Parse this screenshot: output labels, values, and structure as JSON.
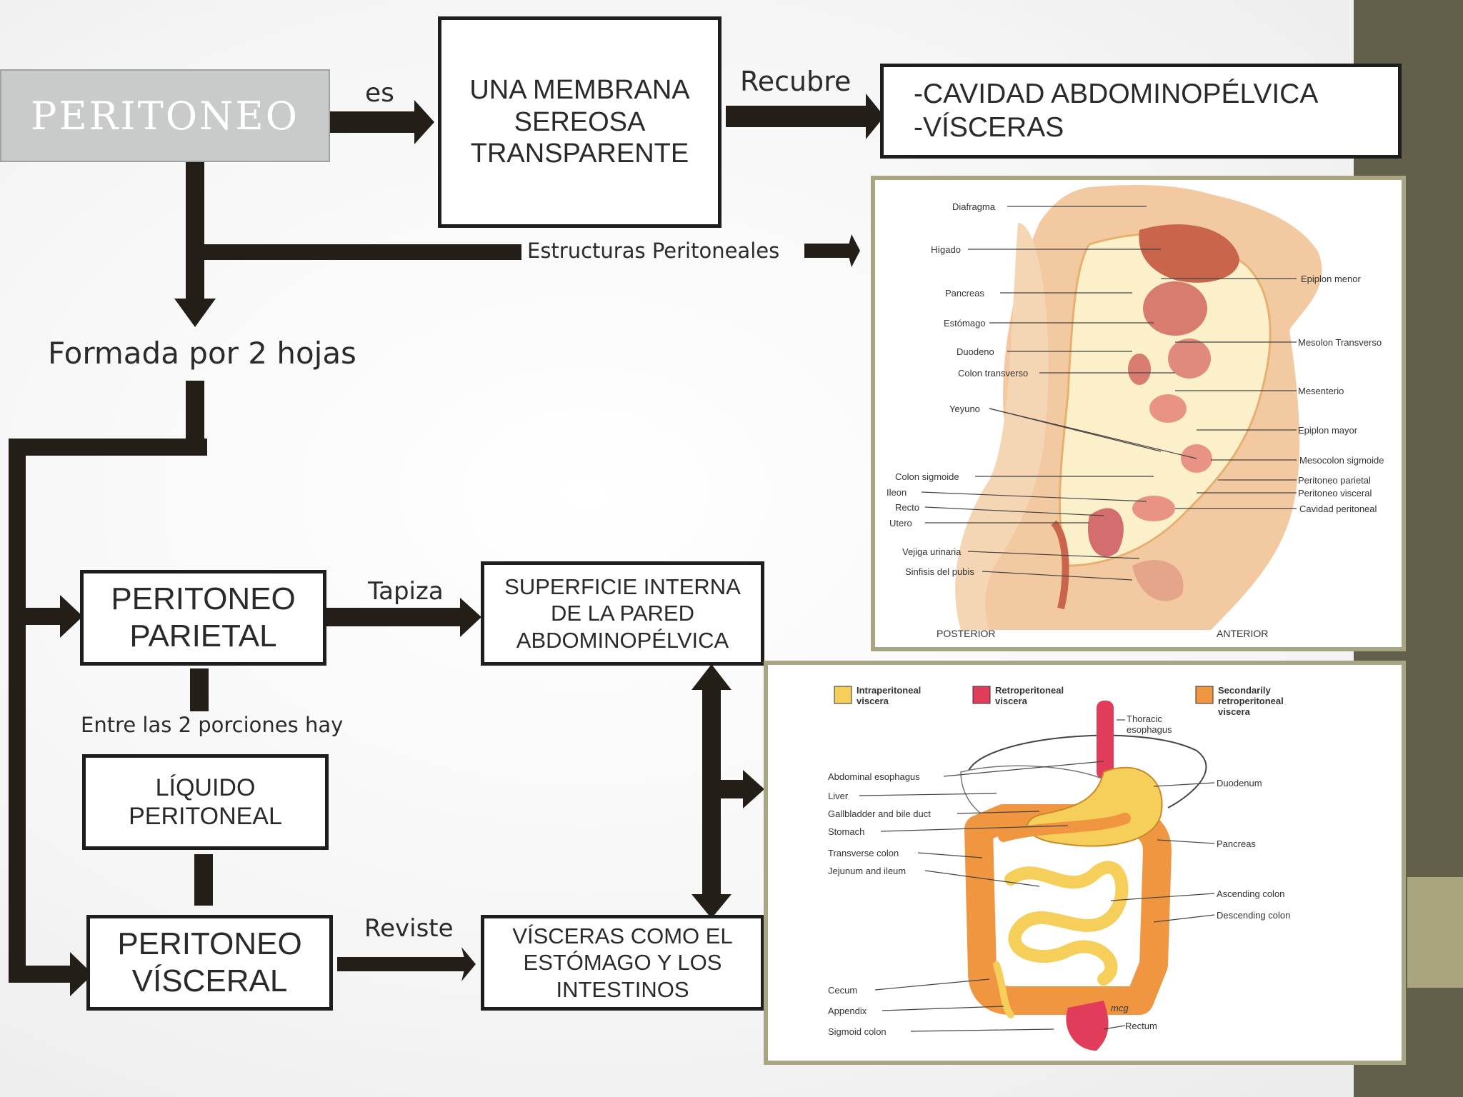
{
  "title_box": {
    "text": "PERITONEO"
  },
  "edge_labels": {
    "es": "es",
    "recubre": "Recubre",
    "estructuras": "Estructuras Peritoneales",
    "tapiza": "Tapiza",
    "entre": "Entre las 2 porciones hay",
    "reviste": "Reviste"
  },
  "nodes": {
    "membrana": [
      "UNA MEMBRANA",
      "SEREOSA",
      "TRANSPARENTE"
    ],
    "cavidad": [
      "-CAVIDAD ABDOMINOPÉLVICA",
      "-VÍSCERAS"
    ],
    "formada": "Formada por 2 hojas",
    "parietal": [
      "PERITONEO",
      "PARIETAL"
    ],
    "superficie": [
      "SUPERFICIE INTERNA",
      "DE LA PARED",
      "ABDOMINOPÉLVICA"
    ],
    "liquido": [
      "LÍQUIDO",
      "PERITONEAL"
    ],
    "visceral": [
      "PERITONEO",
      "VÍSCERAL"
    ],
    "visceras": [
      "VÍSCERAS COMO EL",
      "ESTÓMAGO Y LOS",
      "INTESTINOS"
    ]
  },
  "figure1": {
    "labels_left": [
      "Diafragma",
      "Hígado",
      "Pancreas",
      "Estómago",
      "Duodeno",
      "Colon transverso",
      "Yeyuno",
      "Colon sigmoide",
      "Ileon",
      "Recto",
      "Utero",
      "Vejiga urinaria",
      "Sinfisis del pubis"
    ],
    "labels_right": [
      "Epiplon menor",
      "Mesolon Transverso",
      "Mesenterio",
      "Epiplon mayor",
      "Mesocolon sigmoide",
      "Peritoneo parietal",
      "Peritoneo visceral",
      "Cavidad peritoneal"
    ],
    "bottom_left": "POSTERIOR",
    "bottom_right": "ANTERIOR"
  },
  "figure2": {
    "legend": [
      {
        "line1": "Intraperitoneal",
        "line2": "viscera",
        "line3": "",
        "color": "#f6cf5a"
      },
      {
        "line1": "Retroperitoneal",
        "line2": "viscera",
        "line3": "",
        "color": "#e23c5b"
      },
      {
        "line1": "Secondarily",
        "line2": "retroperitoneal",
        "line3": "viscera",
        "color": "#f09540"
      }
    ],
    "labels_left": [
      "Abdominal esophagus",
      "Liver",
      "Gallbladder and bile duct",
      "Stomach",
      "Transverse colon",
      "Jejunum and ileum",
      "Cecum",
      "Appendix",
      "Sigmoid colon"
    ],
    "labels_right": [
      "Thoracic",
      "esophagus",
      "Duodenum",
      "Pancreas",
      "Ascending colon",
      "Descending colon",
      "Rectum"
    ],
    "signature": "mcg"
  },
  "colors": {
    "arrow": "#231f18",
    "title_box_bg": "#c9cbca",
    "side_bar": "#625f4a",
    "panel_border": "#a7a582",
    "intraperitoneal": "#f6cf5a",
    "retroperitoneal": "#e23c5b",
    "secondarily_retroperitoneal": "#f09540"
  }
}
